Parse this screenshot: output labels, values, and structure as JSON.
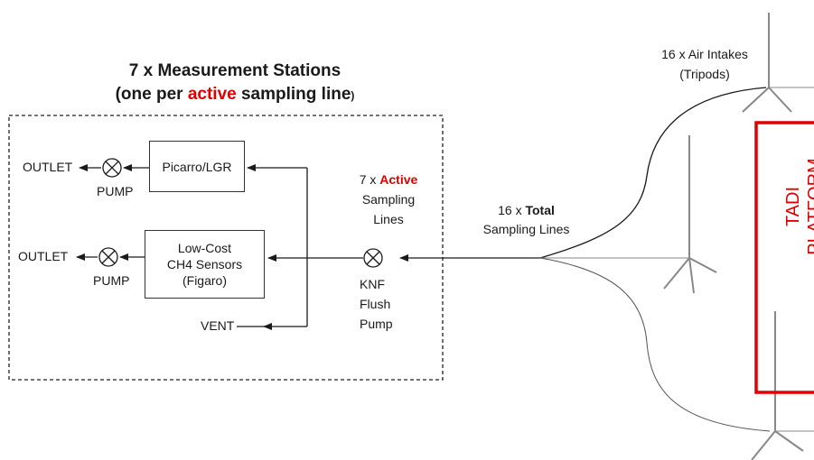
{
  "title": {
    "line1": "7 x Measurement Stations",
    "line2_prefix": "(one per ",
    "line2_active": "active",
    "line2_suffix": " sampling line",
    "line2_close": ")"
  },
  "boxes": {
    "analyzer": "Picarro/LGR",
    "sensors": [
      "Low-Cost",
      "CH4 Sensors",
      "(Figaro)"
    ]
  },
  "labels": {
    "outlet_top": "OUTLET",
    "outlet_bottom": "OUTLET",
    "pump_top": "PUMP",
    "pump_bottom": "PUMP",
    "vent": "VENT",
    "knf": [
      "KNF",
      "Flush",
      "Pump"
    ],
    "active_lines_prefix": "7 x ",
    "active_lines_active": "Active",
    "active_lines_rest": [
      "Sampling",
      "Lines"
    ],
    "total_lines_prefix": "16 x ",
    "total_lines_total": "Total",
    "total_lines_rest": "Sampling Lines",
    "air_intakes": [
      "16 x Air Intakes",
      "(Tripods)"
    ],
    "platform": [
      "TADI",
      "PLATFORM"
    ]
  },
  "colors": {
    "accent_red": "#e00000",
    "line": "#1a1a1a"
  },
  "icons": [
    "pump-symbol-icon",
    "arrowhead-icon",
    "tripod-icon"
  ]
}
